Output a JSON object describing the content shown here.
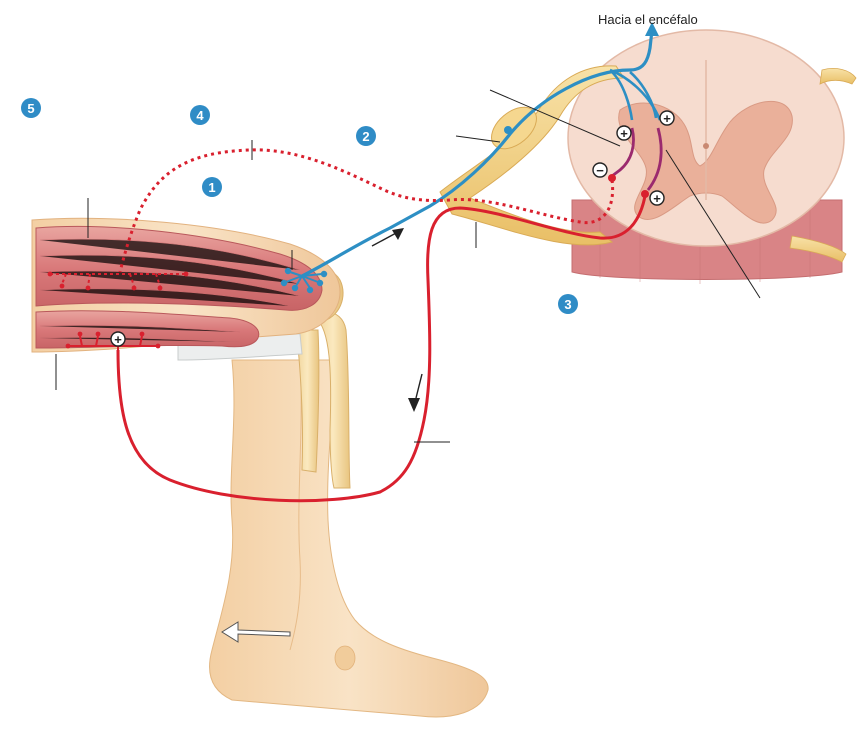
{
  "title": "Hacia el encéfalo",
  "step_numbers": [
    "1",
    "2",
    "3",
    "4",
    "5"
  ],
  "signs": {
    "excitatory": "+",
    "inhibitory": "−"
  },
  "colors": {
    "sensory": "#2d8fc4",
    "motor": "#d9202e",
    "interneuron": "#9b2a6e",
    "muscle": "#d8797a",
    "skin": "#f6d9b0",
    "cord_gray": "#e9a890",
    "cord_white": "#f7dccf",
    "nerve": "#f2cf83",
    "badge": "#2f8cc6"
  }
}
